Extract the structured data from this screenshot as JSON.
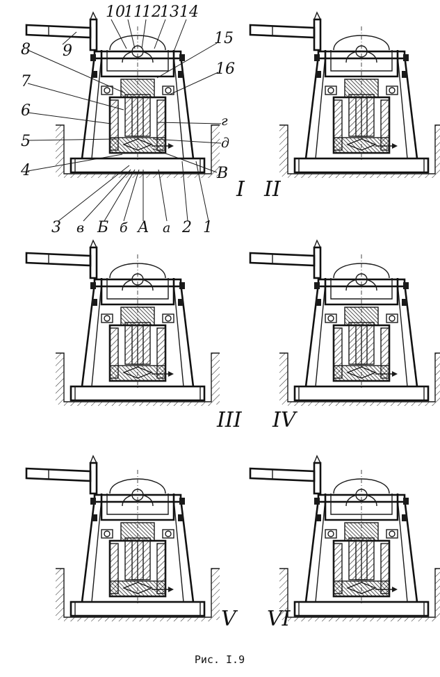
{
  "figure": {
    "caption": "Рис. I.9"
  },
  "callouts": {
    "left_numbers": [
      "8",
      "7",
      "6",
      "5",
      "4",
      "3"
    ],
    "top_numbers": [
      "10",
      "11",
      "12",
      "13",
      "14"
    ],
    "handle_number": "9",
    "right_numbers": [
      "15",
      "16"
    ],
    "letters_right": [
      "г",
      "д",
      "В"
    ],
    "bottom_letters": [
      "в",
      "Б",
      "б",
      "А",
      "а"
    ],
    "bottom_numbers": [
      "2",
      "1"
    ]
  },
  "panels": [
    {
      "numeral": "I"
    },
    {
      "numeral": "II"
    },
    {
      "numeral": "III"
    },
    {
      "numeral": "IV"
    },
    {
      "numeral": "V"
    },
    {
      "numeral": "VI"
    }
  ]
}
